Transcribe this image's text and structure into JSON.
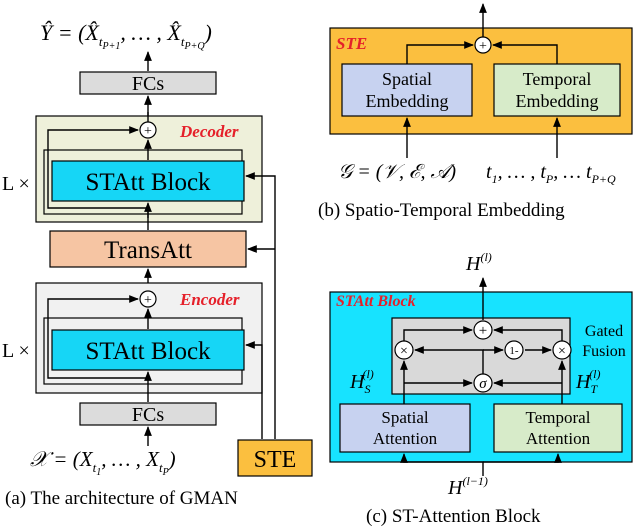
{
  "colors": {
    "stte_bg": "#fbbf3f",
    "stattblock_bg": "#17e3ff",
    "decoder_bg": "#eef0da",
    "encoder_bg": "#f1f1f1",
    "statt_block_fill": "#16d6f6",
    "transatt_fill": "#f6c5a3",
    "fcs_fill": "#dcdcdc",
    "spatial_fill": "#c7d2f0",
    "temporal_fill": "#d7ebc9",
    "gated_fill": "#d9d9d9",
    "accent_red": "#e5202a"
  },
  "panel_a": {
    "output_label": "Ŷ = (X̂",
    "output_sub1": "t",
    "output_sub1b": "P+1",
    "output_mid": ", … , X̂",
    "output_sub2": "t",
    "output_sub2b": "P+Q",
    "output_close": ")",
    "fcs_top": "FCs",
    "decoder_label": "Decoder",
    "statt_block_dec": "STAtt Block",
    "repeat_dec": "L ×",
    "transatt": "TransAtt",
    "encoder_label": "Encoder",
    "statt_block_enc": "STAtt Block",
    "repeat_enc": "L ×",
    "fcs_bottom": "FCs",
    "input_label": "𝒳 = (X",
    "input_sub1": "t",
    "input_sub1b": "1",
    "input_mid": ", … , X",
    "input_sub2": "t",
    "input_sub2b": "P",
    "input_close": ")",
    "ste_box": "STE",
    "caption": "(a)  The architecture of GMAN",
    "plus": "+"
  },
  "panel_b": {
    "title": "STE",
    "spatial_line1": "Spatial",
    "spatial_line2": "Embedding",
    "temporal_line1": "Temporal",
    "temporal_line2": "Embedding",
    "graph_label": "𝒢 = (𝒱, ℰ, 𝒜)",
    "time_label": "t",
    "time_sub1": "1",
    "time_mid": ", … , t",
    "time_sub2": "P",
    "time_mid2": ", … t",
    "time_sub3": "P+Q",
    "caption": "(b)  Spatio-Temporal Embedding",
    "plus": "+"
  },
  "panel_c": {
    "title": "STAtt Block",
    "output_h": "H",
    "output_sup": "(l)",
    "gated_line1": "Gated",
    "gated_line2": "Fusion",
    "one_minus": "1-",
    "sigma": "σ",
    "times": "×",
    "plus": "+",
    "hs": "H",
    "hs_sub": "S",
    "hs_sup": "(l)",
    "ht": "H",
    "ht_sub": "T",
    "ht_sup": "(l)",
    "spatial_line1": "Spatial",
    "spatial_line2": "Attention",
    "temporal_line1": "Temporal",
    "temporal_line2": "Attention",
    "input_h": "H",
    "input_sup": "(l−1)",
    "caption": "(c)  ST-Attention Block"
  }
}
